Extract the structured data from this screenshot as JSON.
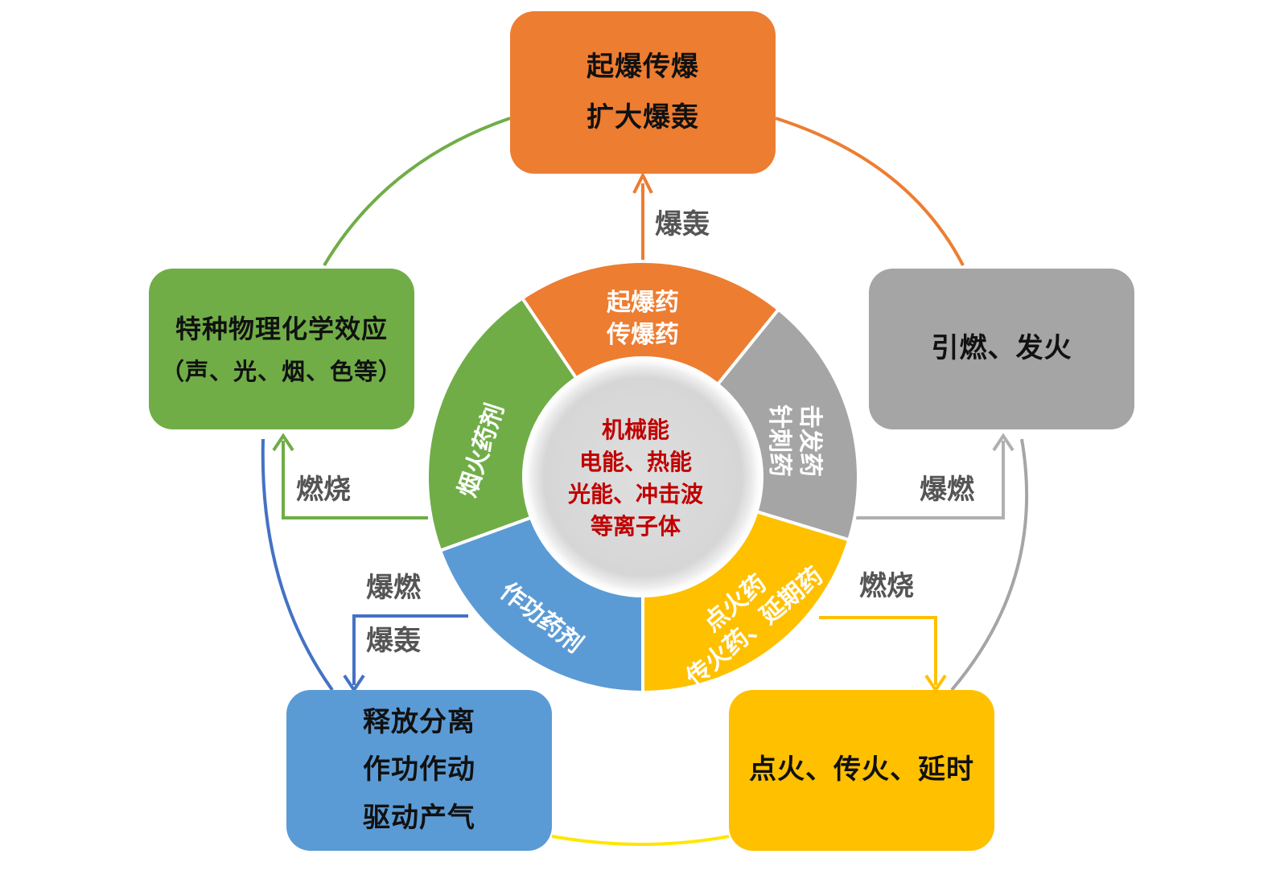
{
  "boxes": {
    "top": [
      "起爆传爆",
      "扩大爆轰"
    ],
    "right": [
      "引燃、发火"
    ],
    "left": [
      "特种物理化学效应",
      "（声、光、烟、色等）"
    ],
    "bottom_left": [
      "释放分离",
      "作功作动",
      "驱动产气"
    ],
    "bottom_right": [
      "点火、传火、延时"
    ]
  },
  "segments": {
    "top": [
      "起爆药",
      "传爆药"
    ],
    "right": [
      "击发药",
      "针刺药"
    ],
    "bottom_right": [
      "点火药",
      "传火药、延期药"
    ],
    "bottom_left": [
      "作功药剂"
    ],
    "left": [
      "烟火药剂"
    ]
  },
  "center": [
    "机械能",
    "电能、热能",
    "光能、冲击波",
    "等离子体"
  ],
  "arrow_labels": {
    "top": "爆轰",
    "right": "爆燃",
    "bottom_right": "燃烧",
    "left": "燃烧",
    "bottom_left_1": "爆燃",
    "bottom_left_2": "爆轰"
  },
  "colors": {
    "orange": "#ed7d31",
    "gray": "#a5a5a5",
    "green": "#70ad47",
    "blue": "#5b9bd5",
    "yellow": "#ffc000",
    "center_text": "#c00000",
    "center_fill": "#d9d9d9"
  }
}
